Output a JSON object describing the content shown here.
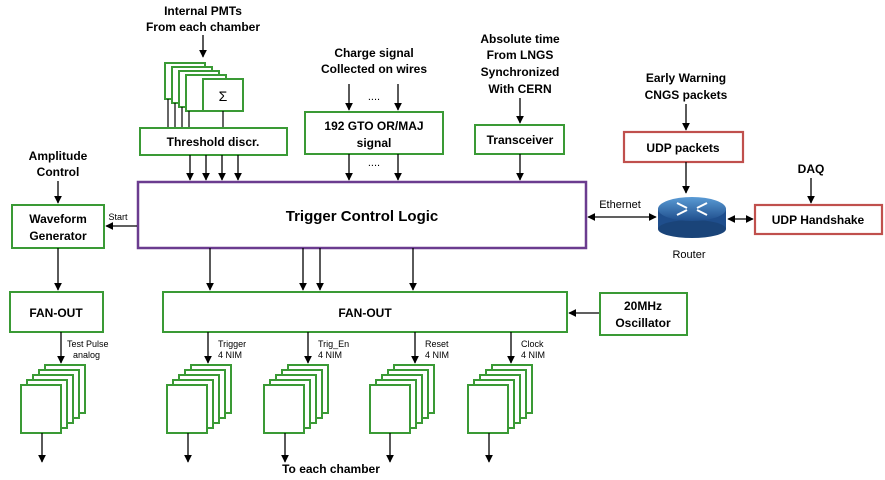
{
  "colors": {
    "green": "#3a9a35",
    "purple": "#6b3c8f",
    "red": "#c0504d",
    "black": "#000000",
    "router": "#1f5f9e"
  },
  "labels": {
    "pmts_line1": "Internal PMTs",
    "pmts_line2": "From each chamber",
    "sigma": "Σ",
    "threshold": "Threshold discr.",
    "charge_line1": "Charge signal",
    "charge_line2": "Collected on wires",
    "dots_top": "....",
    "gto_line1": "192 GTO OR/MAJ",
    "gto_line2": "signal",
    "dots_bottom": "....",
    "abs_line1": "Absolute time",
    "abs_line2": "From LNGS",
    "abs_line3": "Synchronized",
    "abs_line4": "With CERN",
    "transceiver": "Transceiver",
    "early_line1": "Early Warning",
    "early_line2": "CNGS packets",
    "udp_packets": "UDP packets",
    "daq": "DAQ",
    "udp_handshake": "UDP Handshake",
    "router": "Router",
    "ethernet": "Ethernet",
    "amplitude_line1": "Amplitude",
    "amplitude_line2": "Control",
    "waveform_line1": "Waveform",
    "waveform_line2": "Generator",
    "start": "Start",
    "trigger_control": "Trigger Control Logic",
    "fanout_left": "FAN-OUT",
    "fanout_main": "FAN-OUT",
    "osc_line1": "20MHz",
    "osc_line2": "Oscillator",
    "testpulse_line1": "Test Pulse",
    "testpulse_line2": "analog",
    "trigger_line1": "Trigger",
    "trigger_line2": "4 NIM",
    "trigen_line1": "Trig_En",
    "trigen_line2": "4 NIM",
    "reset_line1": "Reset",
    "reset_line2": "4 NIM",
    "clock_line1": "Clock",
    "clock_line2": "4 NIM",
    "to_each_chamber": "To each chamber"
  }
}
